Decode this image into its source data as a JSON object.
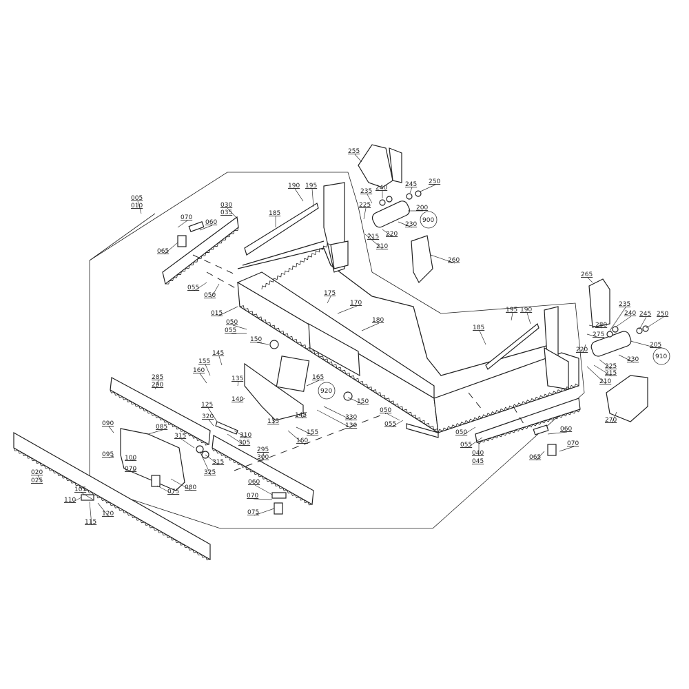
{
  "diagram": {
    "type": "exploded-parts-drawing",
    "labels": [
      "005",
      "010",
      "070",
      "060",
      "030",
      "035",
      "065",
      "055",
      "050",
      "190",
      "195",
      "185",
      "015",
      "050",
      "055",
      "175",
      "170",
      "180",
      "150",
      "255",
      "235",
      "240",
      "245",
      "250",
      "225",
      "200",
      "230",
      "900",
      "215",
      "220",
      "210",
      "260",
      "265",
      "235",
      "240",
      "245",
      "250",
      "280",
      "275",
      "205",
      "220",
      "910",
      "230",
      "225",
      "215",
      "210",
      "270",
      "195",
      "190",
      "185",
      "145",
      "155",
      "160",
      "135",
      "165",
      "920",
      "140",
      "125",
      "145",
      "135",
      "330",
      "130",
      "155",
      "160",
      "150",
      "050",
      "055",
      "285",
      "290",
      "320",
      "310",
      "305",
      "315",
      "315",
      "325",
      "090",
      "085",
      "095",
      "100",
      "070",
      "075",
      "080",
      "295",
      "300",
      "060",
      "070",
      "075",
      "020",
      "025",
      "105",
      "110",
      "120",
      "115",
      "050",
      "055",
      "040",
      "045",
      "060",
      "070",
      "065"
    ]
  }
}
